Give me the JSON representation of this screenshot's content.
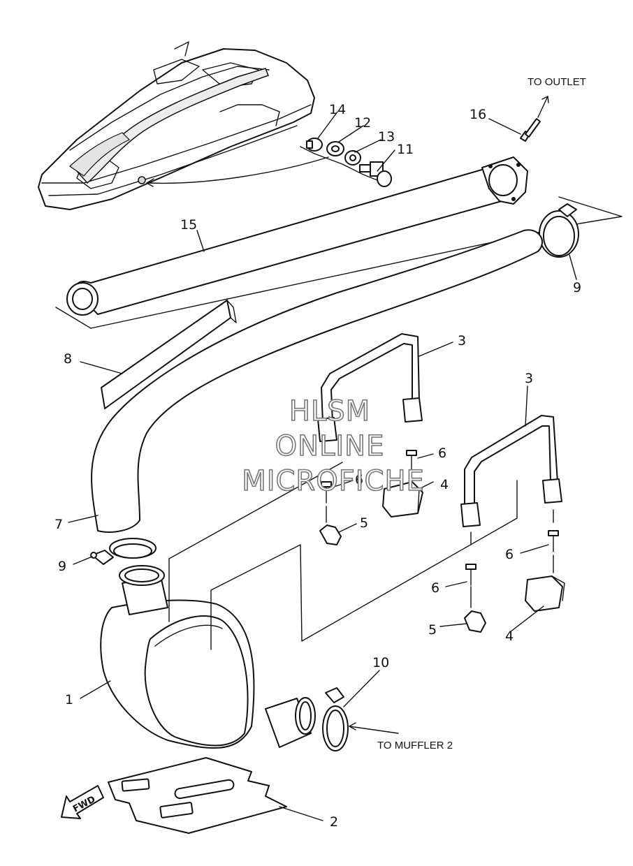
{
  "callouts": [
    {
      "id": "c1",
      "label": "1"
    },
    {
      "id": "c2",
      "label": "2"
    },
    {
      "id": "c3a",
      "label": "3"
    },
    {
      "id": "c3b",
      "label": "3"
    },
    {
      "id": "c4a",
      "label": "4"
    },
    {
      "id": "c4b",
      "label": "4"
    },
    {
      "id": "c5a",
      "label": "5"
    },
    {
      "id": "c5b",
      "label": "5"
    },
    {
      "id": "c6a",
      "label": "6"
    },
    {
      "id": "c6b",
      "label": "6"
    },
    {
      "id": "c6c",
      "label": "6"
    },
    {
      "id": "c6d",
      "label": "6"
    },
    {
      "id": "c7",
      "label": "7"
    },
    {
      "id": "c8",
      "label": "8"
    },
    {
      "id": "c9a",
      "label": "9"
    },
    {
      "id": "c9b",
      "label": "9"
    },
    {
      "id": "c10",
      "label": "10"
    },
    {
      "id": "c11",
      "label": "11"
    },
    {
      "id": "c12",
      "label": "12"
    },
    {
      "id": "c13",
      "label": "13"
    },
    {
      "id": "c14",
      "label": "14"
    },
    {
      "id": "c15",
      "label": "15"
    },
    {
      "id": "c16",
      "label": "16"
    }
  ],
  "notes": {
    "to_outlet": "TO OUTLET",
    "to_muffler": "TO MUFFLER 2",
    "fwd": "FWD"
  },
  "watermark": {
    "line1": "HLSM",
    "line2": "ONLINE",
    "line3": "MICROFICHE"
  }
}
